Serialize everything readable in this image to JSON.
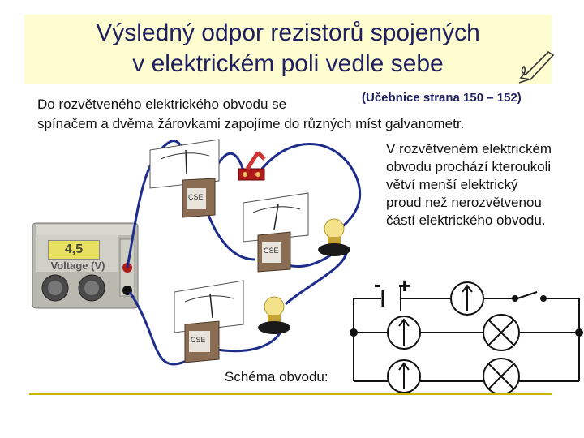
{
  "slide": {
    "title_line1": "Výsledný odpor rezistorů spojených",
    "title_line2": "v elektrickém poli vedle sebe",
    "reference": "(Učebnice strana 150 – 152)",
    "intro_line1": "Do rozvětveného elektrického obvodu se",
    "intro_line2": "spínačem a dvěma žárovkami zapojíme do různých míst galvanometr.",
    "side_text": "V rozvětveném elektrickém obvodu prochází kteroukoli větví menší elektrický proud než nerozvětvenou částí elektrického obvodu.",
    "schema_label": "Schéma obvodu:"
  },
  "power_supply": {
    "display_value": "4,5",
    "knob_label": "Voltage (V)"
  },
  "galvanometer_label": "CSE",
  "schematic": {
    "minus_sign": "-",
    "plus_sign": "+"
  },
  "colors": {
    "title_band": "#fdfdd0",
    "underline": "#c8b400",
    "wire": "#1e2c8c"
  }
}
